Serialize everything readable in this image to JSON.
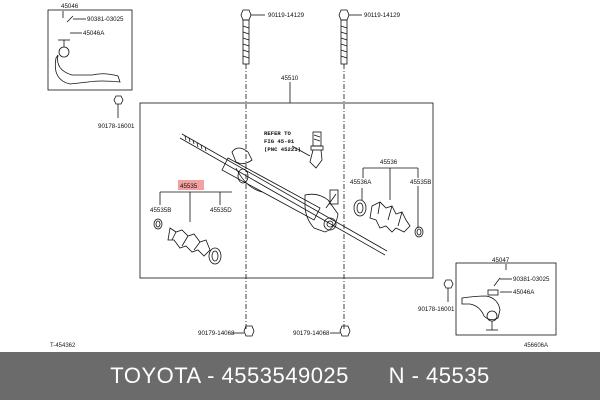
{
  "diagram": {
    "parts": {
      "tie_rod_end_left": "45046",
      "bolt_left_top": "90381-03025",
      "boot_left_top": "45046A",
      "nut_left": "90178-16001",
      "bolt_top_1": "90119-14129",
      "bolt_top_2": "90119-14129",
      "gear_assy": "45510",
      "boot_assy_right": "45536",
      "clamp_right_a": "45536A",
      "clamp_right_b": "45535B",
      "boot_assy_left": "45535",
      "clamp_left_b": "45535B",
      "clamp_left_d": "45535D",
      "tie_rod_end_right": "45047",
      "bolt_right": "90381-03025",
      "boot_right": "45046A",
      "nut_right": "90178-16001",
      "nut_bottom_1": "90179-14068",
      "nut_bottom_2": "90179-14068"
    },
    "ref_note": [
      "REFER TO",
      "FIG 45-01",
      "(PNC 45221)"
    ],
    "corner_left": "T-454362",
    "corner_right": "456606A",
    "highlight_color": "#f4a0a0"
  },
  "footer": {
    "text": "TOYOTA - 4553549025      N - 45535"
  }
}
